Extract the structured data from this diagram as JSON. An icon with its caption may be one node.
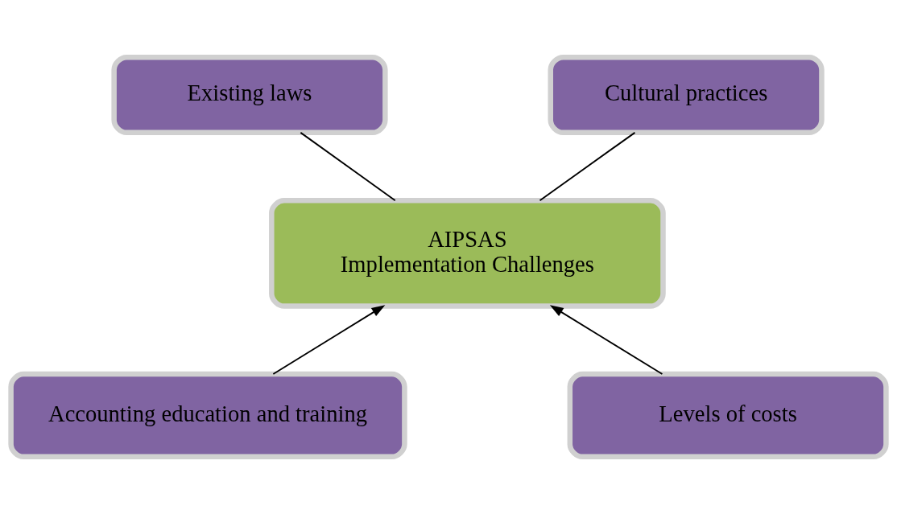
{
  "diagram": {
    "nodes": [
      {
        "text": [
          "Existing laws"
        ]
      },
      {
        "text": [
          "Cultural practices"
        ]
      },
      {
        "text": [
          "AIPSAS",
          "Implementation Challenges"
        ]
      },
      {
        "text": [
          "Accounting education and training"
        ]
      },
      {
        "text": [
          "Levels of costs"
        ]
      }
    ],
    "edges": [
      {
        "from": 0,
        "to": 2,
        "arrow": "none"
      },
      {
        "from": 1,
        "to": 2,
        "arrow": "none"
      },
      {
        "from": 3,
        "to": 2,
        "arrow": "to"
      },
      {
        "from": 4,
        "to": 2,
        "arrow": "to"
      }
    ]
  }
}
